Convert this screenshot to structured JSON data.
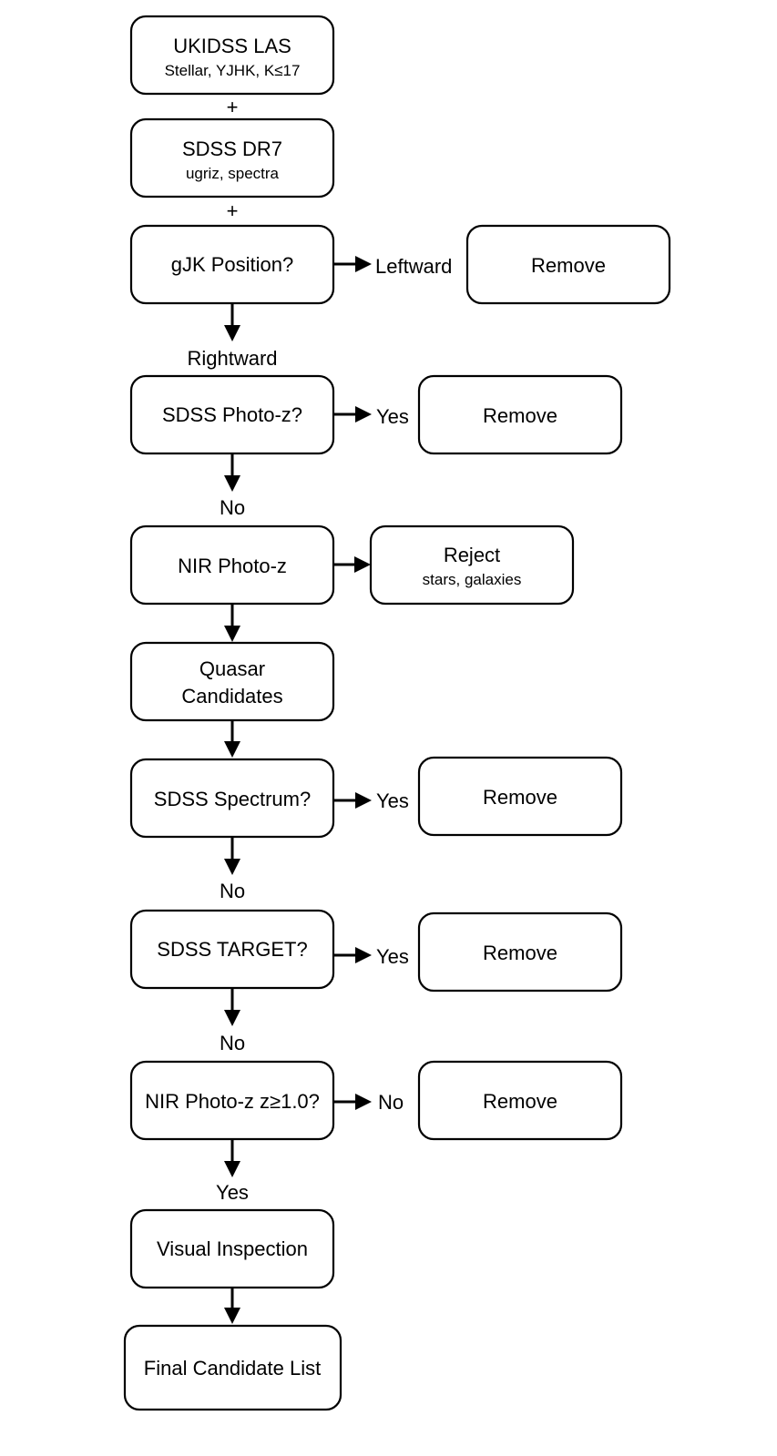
{
  "nodes": {
    "ukidss": {
      "title": "UKIDSS LAS",
      "subtitle": "Stellar, YJHK, K≤17"
    },
    "sdss_dr7": {
      "title": "SDSS DR7",
      "subtitle": "ugriz, spectra"
    },
    "gjk": {
      "title": "gJK Position?"
    },
    "remove_1": {
      "title": "Remove"
    },
    "sdss_photoz": {
      "title": "SDSS Photo-z?"
    },
    "remove_2": {
      "title": "Remove"
    },
    "nir_photoz": {
      "title": "NIR Photo-z"
    },
    "reject": {
      "title": "Reject",
      "subtitle": "stars, galaxies"
    },
    "quasar": {
      "line1": "Quasar",
      "line2": "Candidates"
    },
    "sdss_spectrum": {
      "title": "SDSS Spectrum?"
    },
    "remove_3": {
      "title": "Remove"
    },
    "sdss_target": {
      "title": "SDSS TARGET?"
    },
    "remove_4": {
      "title": "Remove"
    },
    "nir_photoz_cut": {
      "title": "NIR Photo-z z≥1.0?"
    },
    "remove_5": {
      "title": "Remove"
    },
    "visual": {
      "title": "Visual Inspection"
    },
    "final": {
      "title": "Final Candidate List"
    }
  },
  "edge_labels": {
    "plus_1": "+",
    "plus_2": "+",
    "gjk_leftward": "Leftward",
    "gjk_rightward": "Rightward",
    "photoz_yes": "Yes",
    "photoz_no": "No",
    "spectrum_yes": "Yes",
    "spectrum_no": "No",
    "target_yes": "Yes",
    "target_no": "No",
    "cut_no": "No",
    "cut_yes": "Yes"
  }
}
